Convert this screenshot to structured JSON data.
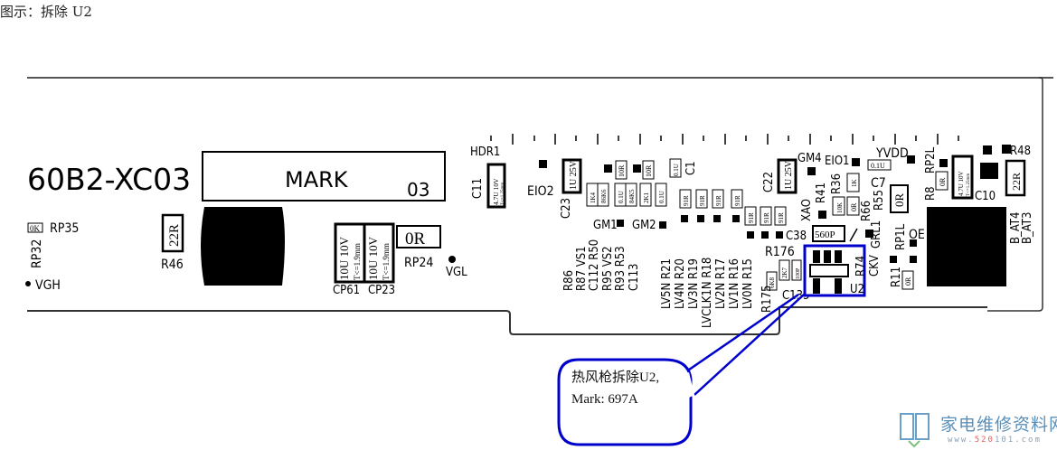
{
  "caption": "图示：拆除 U2",
  "board": {
    "model_label": "60B2-XC03",
    "mark_box": {
      "title": "MARK",
      "number": "03"
    },
    "header_label": "HDR1",
    "left": {
      "rp35_value": "0K",
      "rp35": "RP35",
      "rp32": "RP32",
      "vgh": "VGH",
      "r46_value": "22R",
      "r46": "R46",
      "cp61_value": "10U 10V",
      "cp61_note": "T<=1.9mm",
      "cp23_value": "10U 10V",
      "cp23_note": "T<=1.9mm",
      "cp61": "CP61",
      "cp23": "CP23",
      "rp24_value": "0R",
      "rp24": "RP24",
      "vgl": "VGL"
    },
    "middle": {
      "c11": "C11",
      "c11_value": "4.7U 10V",
      "c11_note": "T<=1.25mm",
      "eio2": "EIO2",
      "c23": "C23",
      "c23_value": "1U 25V",
      "small_parts_top": [
        "10R",
        "10R",
        "0.1U"
      ],
      "c1": "C1",
      "small_parts_row": [
        "1K4",
        "86K6",
        "0.1U",
        "84K5",
        "2K1",
        "0.1U"
      ],
      "resistors_91r": [
        "91R",
        "91R",
        "91R",
        "91R",
        "91R",
        "91R",
        "91R"
      ],
      "gm1": "GM1",
      "gm2": "GM2",
      "vertical_labels_a": [
        "R86",
        "R87 VS1",
        "C112 R50",
        "R95 VS2",
        "R93 R53",
        "C113"
      ],
      "vertical_labels_b": [
        "LV5N R21",
        "LV4N R20",
        "LV3N R19",
        "LVCLK1N R18",
        "LV2N R17",
        "LV1N R16",
        "LV0N R15"
      ],
      "c38": "C38",
      "r176": "R176",
      "r175": "R175",
      "c135": "C135",
      "part_6k8": "6K8",
      "part_2k7": "2K7",
      "part_100p": "100P"
    },
    "right": {
      "c22": "C22",
      "c22_value": "1U 25V",
      "gm4": "GM4",
      "eio1": "EIO1",
      "yvdd": "YVDD",
      "c7": "C7",
      "c7_value": "0.1U",
      "r41": "R41",
      "r36": "R36",
      "xao": "XAO",
      "part_10k": "10K",
      "part_1k": "1K",
      "part_0r_a": "0R",
      "r66": "R66",
      "r55": "R55",
      "r55_value": "0R",
      "grl1": "GRL1",
      "ckv": "CKV",
      "rp1l": "RP1L",
      "oe": "OE",
      "r11": "R11",
      "r11_value": "0R",
      "r8": "R8",
      "rp2l": "RP2L",
      "rp2l_value": "0R",
      "c10": "C10",
      "c10_value": "4.7U 10V",
      "c10_note": "T<=1.25mm",
      "r48": "R48",
      "r48_value": "22R",
      "bat4": "B_AT4",
      "bat3": "B_AT3",
      "c_560p": "560P",
      "r74": "R74",
      "u2": "U2"
    },
    "highlight_color": "#0000cc"
  },
  "callout": {
    "line1": "热风枪拆除U2,",
    "line2": "Mark: 697A",
    "border_color": "#0000cc"
  },
  "watermark": {
    "title": "家电维修资料网",
    "url_prefix": "www.",
    "url_red": "520",
    "url_suffix": "101.com"
  }
}
